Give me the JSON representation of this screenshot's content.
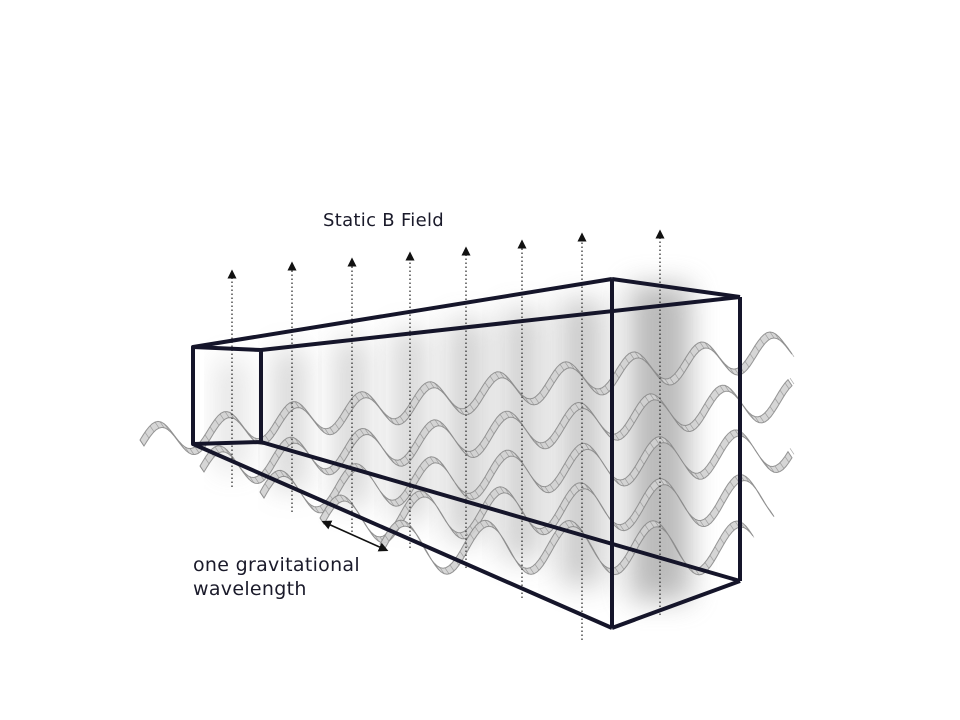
{
  "labels": {
    "static_field": "Static B Field",
    "wavelength_line1": "one gravitational",
    "wavelength_line2": "wavelength"
  },
  "colors": {
    "box_stroke": "#15152a",
    "wave_stroke": "#8a8a8a",
    "wave_fill": "#d2d2d2",
    "shade_dark": "#8c8c8c",
    "arrow": "#111111"
  },
  "field_lines": {
    "count": 8
  },
  "waves": {
    "count": 5
  }
}
